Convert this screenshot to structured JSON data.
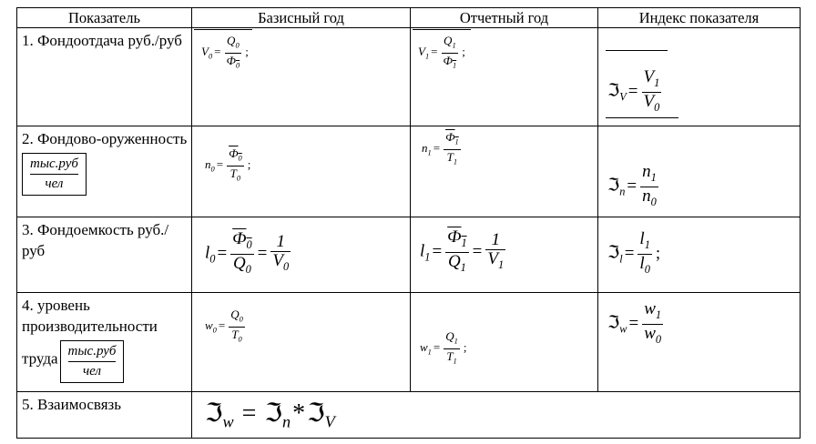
{
  "headers": [
    "Показатель",
    "Базисный год",
    "Отчетный год",
    "Индекс показателя"
  ],
  "rows": [
    {
      "label": "1. Фондоотдача руб./руб"
    },
    {
      "label": "2. Фондово-оруженность",
      "unit_num": "тыс.руб",
      "unit_den": "чел"
    },
    {
      "label": "3. Фондоемкость руб./руб"
    },
    {
      "label": "4. уровень производительности",
      "label2": "труда",
      "unit_num": "тыс.руб",
      "unit_den": "чел"
    },
    {
      "label": "5. Взаимосвязь"
    }
  ],
  "formulas": {
    "v0": {
      "lhs": "V",
      "num": "Q",
      "den": "Ф"
    },
    "v1": {
      "lhs": "V",
      "num": "Q",
      "den": "Ф"
    },
    "iv": {
      "sym": "ℑ",
      "sub": "V",
      "num": "V",
      "den": "V"
    },
    "n0": {
      "lhs": "n",
      "num": "Ф",
      "den": "T"
    },
    "n1": {
      "lhs": "n",
      "num": "Ф",
      "den": "T"
    },
    "in": {
      "sym": "ℑ",
      "sub": "n",
      "num": "n",
      "den": "n"
    },
    "l0": {
      "lhs": "l",
      "num": "Ф",
      "den": "Q",
      "num2": "1",
      "den2": "V"
    },
    "l1": {
      "lhs": "l",
      "num": "Ф",
      "den": "Q",
      "num2": "1",
      "den2": "V"
    },
    "il": {
      "sym": "ℑ",
      "sub": "l",
      "num": "l",
      "den": "l"
    },
    "w0": {
      "lhs": "w",
      "num": "Q",
      "den": "T"
    },
    "w1": {
      "lhs": "w",
      "num": "Q",
      "den": "T"
    },
    "iw": {
      "sym": "ℑ",
      "sub": "w",
      "num": "w",
      "den": "w"
    },
    "rel": {
      "sym": "ℑ",
      "sub1": "w",
      "sub2": "n",
      "sub3": "V",
      "op": "*"
    }
  }
}
